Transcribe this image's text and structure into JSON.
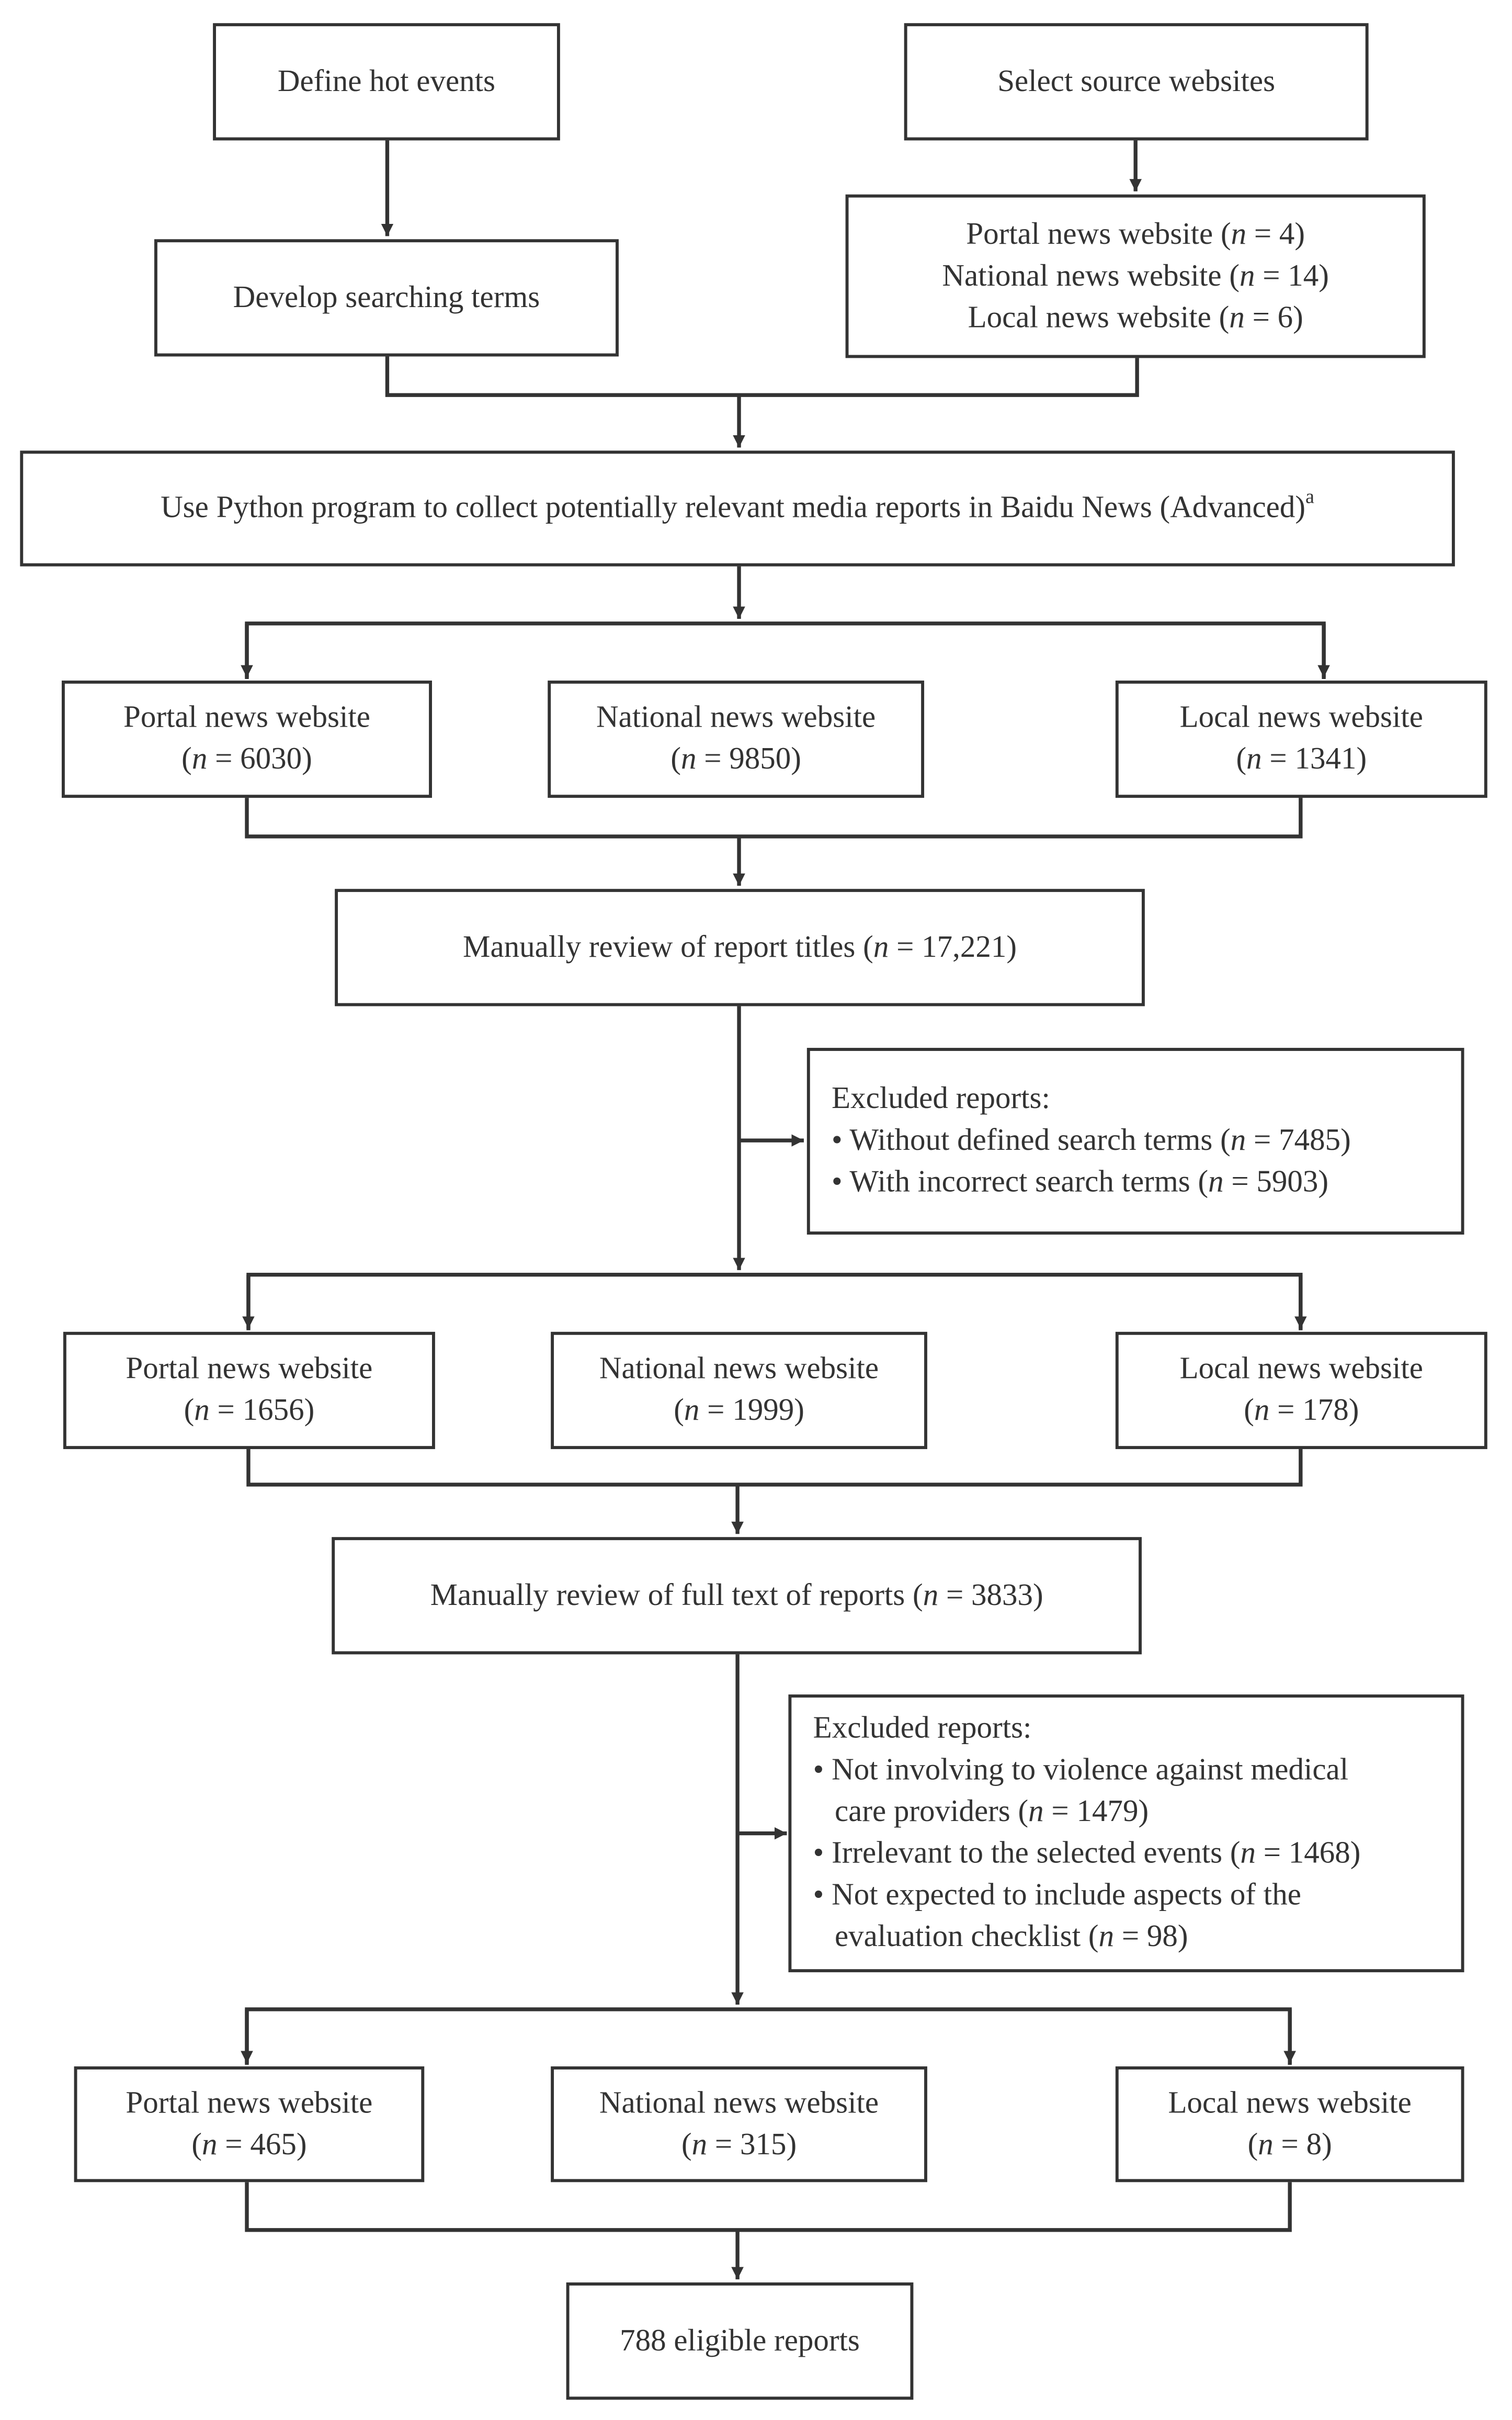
{
  "top": {
    "define_hot_events": "Define hot events",
    "develop_search_terms": "Develop searching terms",
    "select_source_websites": "Select source websites",
    "source_counts": [
      {
        "label": "Portal news website",
        "n": "4"
      },
      {
        "label": "National news website",
        "n": "14"
      },
      {
        "label": "Local news website",
        "n": "6"
      }
    ]
  },
  "collect": {
    "text": "Use Python program to collect potentially relevant media reports in Baidu News (Advanced)",
    "superscript": "a"
  },
  "stage1": [
    {
      "label": "Portal news website",
      "n": "6030"
    },
    {
      "label": "National news website",
      "n": "9850"
    },
    {
      "label": "Local news website",
      "n": "1341"
    }
  ],
  "review_titles": {
    "label": "Manually review of report titles",
    "n": "17,221"
  },
  "excluded1": {
    "title": "Excluded reports:",
    "items": [
      {
        "text": "Without defined search terms",
        "n": "7485"
      },
      {
        "text": "With incorrect search terms",
        "n": "5903"
      }
    ]
  },
  "stage2": [
    {
      "label": "Portal news website",
      "n": "1656"
    },
    {
      "label": "National news website",
      "n": "1999"
    },
    {
      "label": "Local news website",
      "n": "178"
    }
  ],
  "review_fulltext": {
    "label": "Manually review of full text of reports",
    "n": "3833"
  },
  "excluded2": {
    "title": "Excluded reports:",
    "items": [
      {
        "line1": "Not involving to violence against medical",
        "line2": "care providers",
        "n": "1479"
      },
      {
        "line1": "Irrelevant to the selected events",
        "line2": "",
        "n": "1468"
      },
      {
        "line1": "Not expected to include aspects of the",
        "line2": "evaluation checklist",
        "n": "98"
      }
    ]
  },
  "stage3": [
    {
      "label": "Portal news website",
      "n": "465"
    },
    {
      "label": "National news website",
      "n": "315"
    },
    {
      "label": "Local news website",
      "n": "8"
    }
  ],
  "final": "788 eligible reports",
  "symbols": {
    "n_var": "n",
    "equals": " = ",
    "bullet": "•"
  },
  "colors": {
    "stroke": "#333333",
    "text": "#333333",
    "background": "#ffffff"
  }
}
